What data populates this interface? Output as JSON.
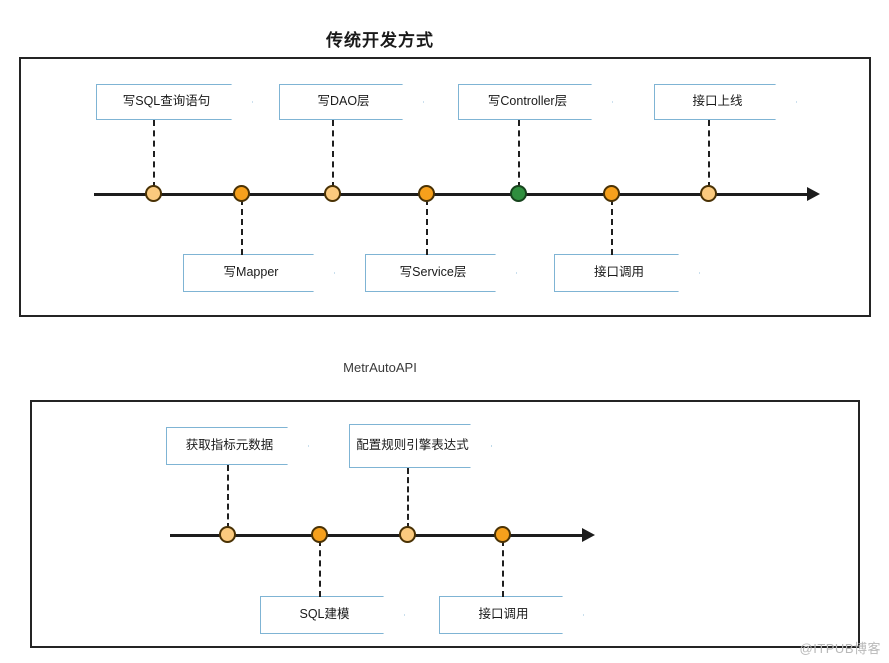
{
  "panels": [
    {
      "id": "traditional",
      "title": "传统开发方式",
      "timeline": {
        "markers": [
          {
            "label": "写SQL查询语句",
            "color": "orange-pale",
            "position": "above"
          },
          {
            "label": "写Mapper",
            "color": "orange",
            "position": "below"
          },
          {
            "label": "写DAO层",
            "color": "orange-pale",
            "position": "above"
          },
          {
            "label": "写Service层",
            "color": "orange",
            "position": "below"
          },
          {
            "label": "写Controller层",
            "color": "green",
            "position": "above"
          },
          {
            "label": "接口调用",
            "color": "orange",
            "position": "below"
          },
          {
            "label": "接口上线",
            "color": "orange-pale",
            "position": "above"
          }
        ]
      }
    },
    {
      "id": "auto",
      "title": "MetrAutoAPI",
      "timeline": {
        "markers": [
          {
            "label": "获取指标元数据",
            "color": "orange-pale",
            "position": "above"
          },
          {
            "label": "SQL建模",
            "color": "orange",
            "position": "below"
          },
          {
            "label": "配置规则引擎表达式",
            "color": "orange-pale",
            "position": "above"
          },
          {
            "label": "接口调用",
            "color": "orange",
            "position": "below"
          }
        ]
      }
    }
  ],
  "watermark": "@ITPUB博客",
  "colors": {
    "box_border": "#7fb4d4",
    "marker_orange": "#f6a01c",
    "marker_orange_pale": "#fbca7e",
    "marker_green": "#2f8f3e",
    "axis": "#1c1c1c",
    "frame": "#242424"
  },
  "chart_data": {
    "type": "diagram",
    "subtype": "timeline-comparison",
    "title": "传统开发方式 vs MetrAutoAPI",
    "series": [
      {
        "name": "传统开发方式",
        "step_count": 7,
        "steps": [
          "写SQL查询语句",
          "写Mapper",
          "写DAO层",
          "写Service层",
          "写Controller层",
          "接口调用",
          "接口上线"
        ]
      },
      {
        "name": "MetrAutoAPI",
        "step_count": 4,
        "steps": [
          "获取指标元数据",
          "SQL建模",
          "配置规则引擎表达式",
          "接口调用"
        ]
      }
    ]
  }
}
